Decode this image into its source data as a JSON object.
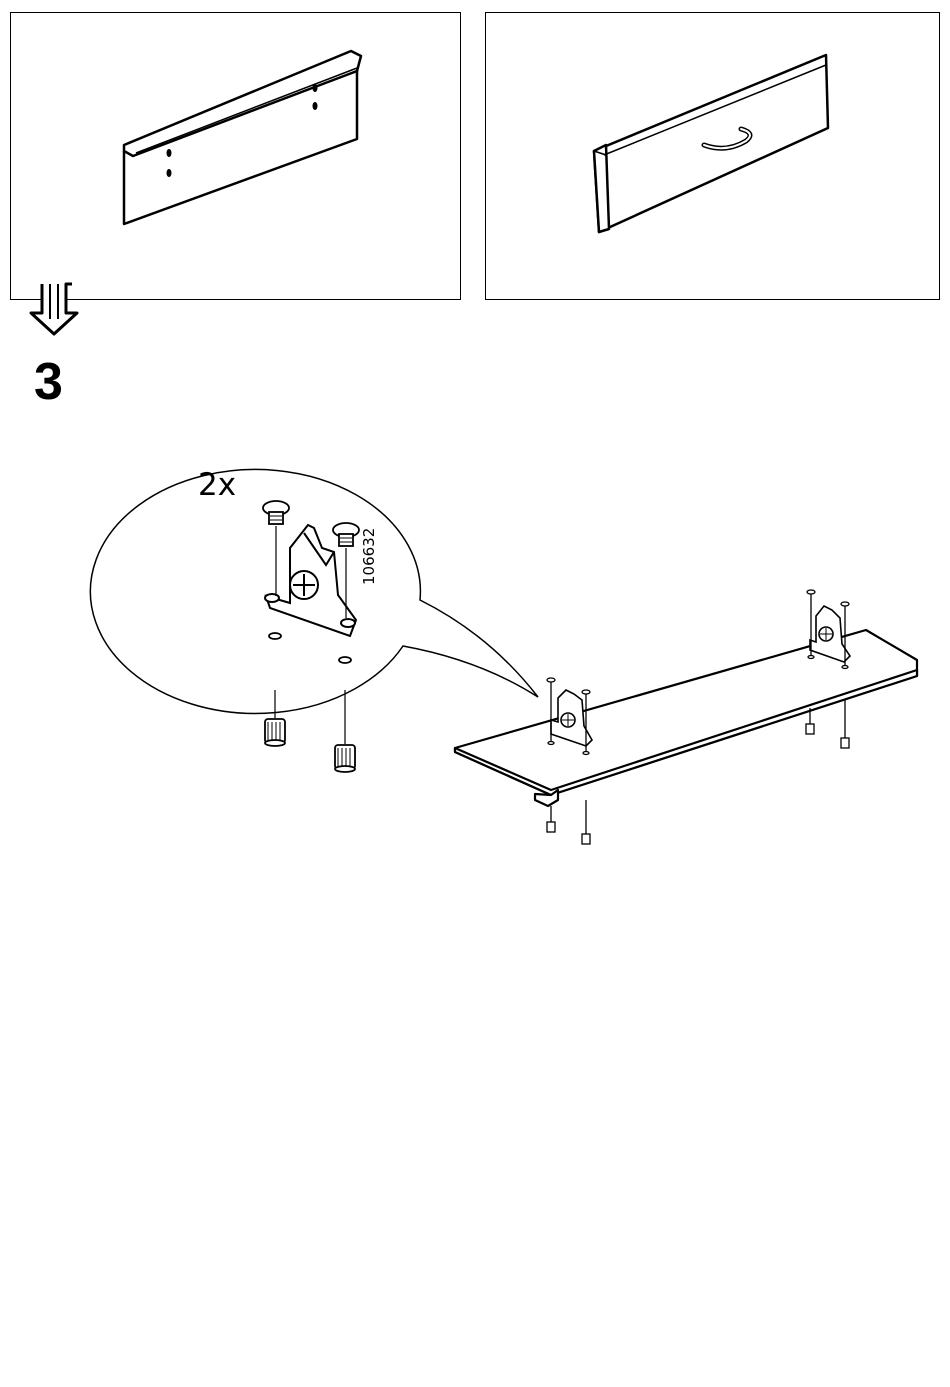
{
  "step": {
    "number": "3"
  },
  "detail": {
    "quantity": "2x",
    "part_number": "106632"
  },
  "icons": {
    "flow_arrow": "down-arrow-icon",
    "left_panel": "drawer-front-back-panel",
    "right_panel": "drawer-front-with-handle",
    "bracket": "drawer-bracket",
    "screw": "screw-icon",
    "dowel": "dowel-icon"
  }
}
